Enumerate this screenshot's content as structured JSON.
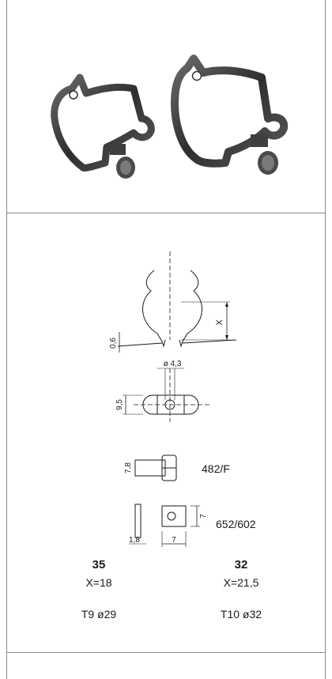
{
  "drawings": {
    "thickness": "0,6",
    "height_var": "X",
    "hole_dia": "ø 4,3",
    "width": "9,5",
    "screw_len": "7,8",
    "screw_code": "482/F",
    "plate_thk": "1,8",
    "plate_w": "7",
    "plate_h": "7",
    "plate_code": "652/602"
  },
  "variants": [
    {
      "code": "35",
      "x": "X=18",
      "tube": "T9 ø29"
    },
    {
      "code": "32",
      "x": "X=21,5",
      "tube": "T10 ø32"
    }
  ],
  "colors": {
    "line": "#1a1a1a",
    "border": "#8a8a8a",
    "metal": "#3a3a3a"
  }
}
